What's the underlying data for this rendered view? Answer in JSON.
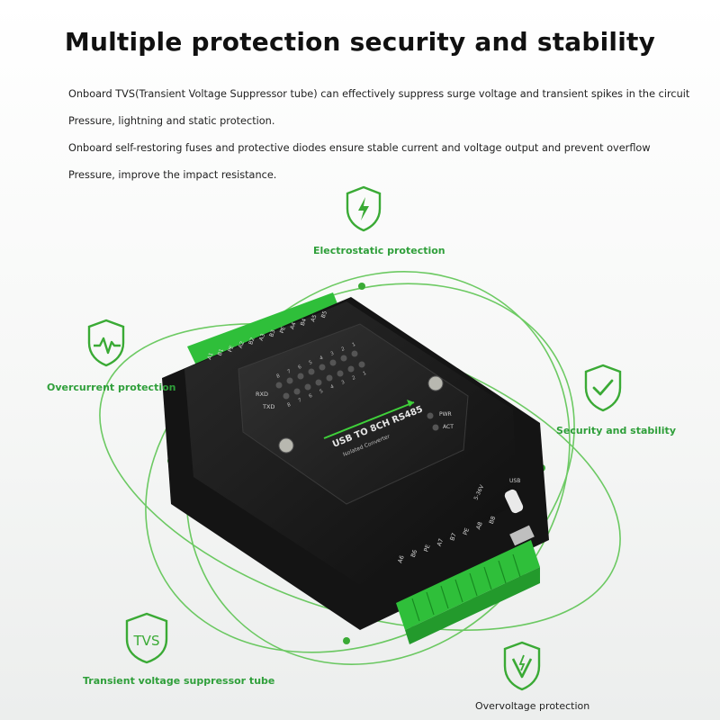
{
  "title": "Multiple protection security and stability",
  "paragraphs": [
    "Onboard TVS(Transient Voltage Suppressor tube) can effectively suppress surge voltage and transient spikes in the circuit",
    "Pressure, lightning and static protection.",
    "Onboard self-restoring fuses and protective diodes ensure stable current and voltage output and prevent overflow",
    "Pressure, improve the impact resistance."
  ],
  "features": {
    "electrostatic": {
      "label": "Electrostatic protection",
      "icon": "lightning-shield-icon"
    },
    "overcurrent": {
      "label": "Overcurrent protection",
      "icon": "pulse-shield-icon"
    },
    "security": {
      "label": "Security and stability",
      "icon": "check-shield-icon"
    },
    "tvs": {
      "label": "Transient voltage suppressor tube",
      "icon": "tvs-shield-icon",
      "icon_text": "TVS"
    },
    "overvoltage": {
      "label": "Overvoltage protection",
      "icon": "voltage-shield-icon"
    }
  },
  "device": {
    "main_label": "USB TO 8CH RS485",
    "sub_label": "Isolated Converter",
    "rxd": "RXD",
    "txd": "TXD",
    "pwr": "PWR",
    "act": "ACT",
    "usb": "USB",
    "led_numbers": [
      "8",
      "7",
      "6",
      "5",
      "4",
      "3",
      "2",
      "1"
    ],
    "power_label": "5-36V",
    "top_terminals": [
      "A1",
      "B1",
      "PE",
      "A2",
      "B2",
      "A3",
      "B3",
      "PE",
      "A4",
      "B4",
      "A5",
      "B5"
    ],
    "bottom_terminals": [
      "A6",
      "B6",
      "PE",
      "A7",
      "B7",
      "PE",
      "A8",
      "B8"
    ]
  },
  "colors": {
    "accent": "#3aaa35",
    "device_body": "#1c1c1c",
    "terminal": "#2fbf3a"
  }
}
